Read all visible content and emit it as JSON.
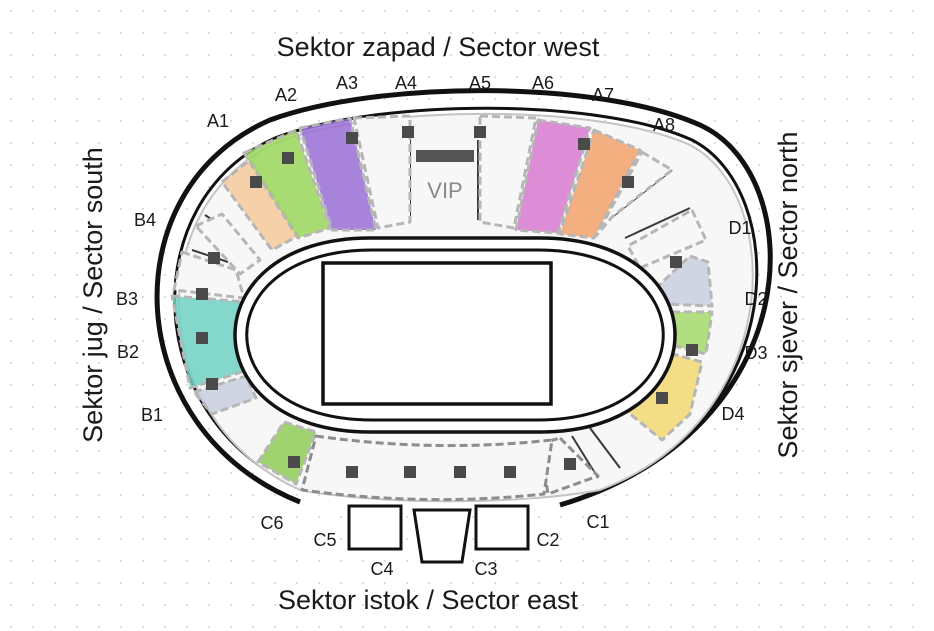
{
  "sectors": {
    "west": "Sektor zapad / Sector west",
    "east": "Sektor istok / Sector east",
    "south": "Sektor jug / Sector south",
    "north": "Sektor sjever / Sector north"
  },
  "vip": "VIP",
  "blocks": {
    "A1": "A1",
    "A2": "A2",
    "A3": "A3",
    "A4": "A4",
    "A5": "A5",
    "A6": "A6",
    "A7": "A7",
    "A8": "A8",
    "B1": "B1",
    "B2": "B2",
    "B3": "B3",
    "B4": "B4",
    "C1": "C1",
    "C2": "C2",
    "C3": "C3",
    "C4": "C4",
    "C5": "C5",
    "C6": "C6",
    "D1": "D1",
    "D2": "D2",
    "D3": "D3",
    "D4": "D4"
  },
  "colors": {
    "A1": "#f6c99a",
    "A2": "#9bd65c",
    "A3": "#9a6fd6",
    "A6": "#d77ad0",
    "A7": "#f3a26b",
    "B2": "#70d2c3",
    "B1": "#c9cfdf",
    "D2": "#c9cfdf",
    "D3": "#a4d96c",
    "D4": "#f2d873",
    "C6": "#8fcc57",
    "stand": "#f7f7f7",
    "line": "#111111"
  }
}
